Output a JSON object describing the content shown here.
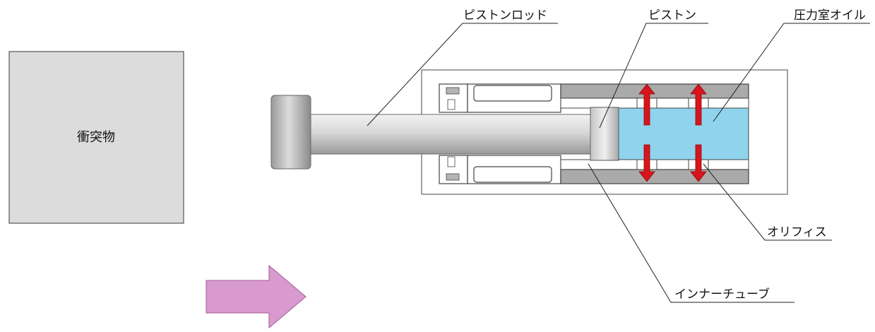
{
  "labels": {
    "impact_object": "衝突物",
    "piston_rod": "ピストンロッド",
    "piston": "ピストン",
    "pressure_chamber_oil": "圧力室オイル",
    "orifice": "オリフィス",
    "inner_tube": "インナーチューブ"
  },
  "colors": {
    "oil": "#8fd3ec",
    "pressure_arrow": "#d8141c",
    "motion_arrow": "#d99ad0",
    "impact_object_fill": "#dcdcdc"
  }
}
